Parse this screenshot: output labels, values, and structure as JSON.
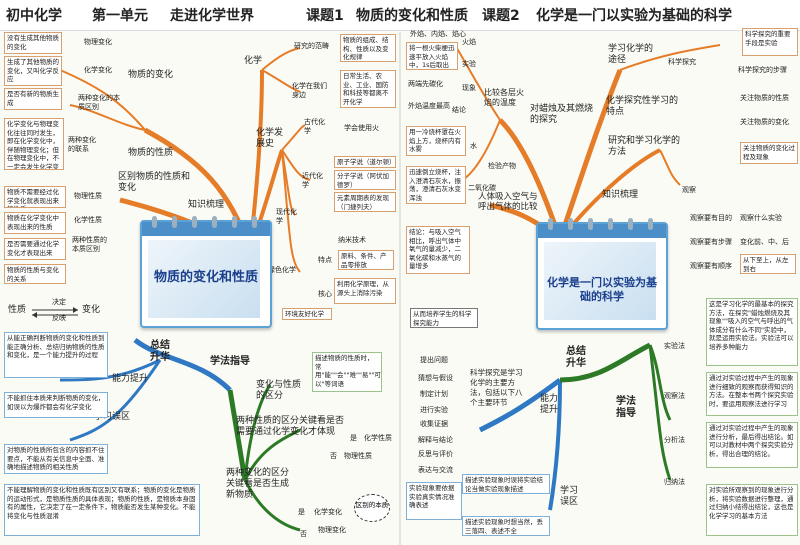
{
  "header": {
    "t1": "初中化学",
    "t2": "第一单元",
    "t3": "走进化学世界",
    "t4": "课题1",
    "t5": "物质的变化和性质",
    "t6": "课题2",
    "t7": "化学是一门以实验为基础的科学"
  },
  "card_left": {
    "title": "物质的变化和性质"
  },
  "card_right": {
    "title": "化学是一门以实验为基础的科学"
  },
  "left": {
    "top_boxes": [
      "没有生成其他物质的变化",
      "生成了其他物质的变化，又叫化学反应",
      "是否有新的物质生成"
    ],
    "phys_change": "物理变化",
    "chem_change": "化学变化",
    "essence": "两种变化的本质区别",
    "wz_bianhua": "物质的变化",
    "lianxi_box": "化学变化与物理变化往往同时发生，即在化学变化中，伴随物理变化；但在物理变化中，不一定会发生化学变化",
    "lianxi": "两种变化的联系",
    "wz_xingzhi": "物质的性质",
    "quben": "区别物质的性质和变化",
    "prop_boxes": [
      "物质不需要经过化学变化就表现出来的性质",
      "物质在化学变化中表现出来的性质",
      "是否需要通过化学变化才表现出来"
    ],
    "wl_xz": "物理性质",
    "hx_xz": "化学性质",
    "xz_qb": "两种性质的本质区别",
    "relation_box": "物质的性质与变化的关系",
    "xz": "性质",
    "bh": "变化",
    "jd": "决定",
    "fy": "反映",
    "huaxue": "化学",
    "fw": "研究的范畴",
    "fw_box": "物质的组成、结构、性质以及变化规律",
    "sh": "化学在我们身边",
    "sh_box": "日常生活、农业、工业、国防和科技等都离不开化学",
    "fzs": "化学发展史",
    "gd": "古代化学",
    "gd_box": "学会使用火",
    "jd_hx": "近代化学",
    "jd_box1": "原子学说（道尔顿）",
    "jd_box2": "分子学说（阿伏加德罗）",
    "jd_box3": "元素周期表的发现（门捷列夫）",
    "xd": "现代化学",
    "xd_box": "纳米技术",
    "ls": "绿色化学",
    "td": "特点",
    "td_box": "原料、条件、产品零排放",
    "hx_core": "核心",
    "hx_box": "利用化学原理，从源头上消除污染",
    "hjhx": "环境友好化学",
    "zsl": "知识梳理",
    "zjsh": "总结升华",
    "nltx": "能力提升",
    "xxwq": "学习误区",
    "xfzd": "学法指导",
    "b1": "从能正确判断物质的变化和性质到能正确分析、总结归纳物质的性质和变化，是一个能力提升的过程",
    "b2": "不能抓住本质来判断物质的变化，如误以为爆炸都会有化学变化",
    "b3": "对物质的性质所包含的内容抓不住要点，不能从有关信息中全面、准确地描述物质的相关性质",
    "b4": "不能理解物质的变化和性质既有区别又有联系；物质的变化是物质的运动形式，是物质性质的具体表现；物质的性质，是物质本身固有的属性，它决定了在一定条件下，物质能否发生某种变化。不能将变化与性质混淆",
    "m1": "变化与性质的区分",
    "m1_box": "描述物质的性质时，常用\"能\"\"会\"\"难\"\"易\"\"可以\"等词语",
    "m2": "两种性质的区分关键看是否需要通过化学变化才体现",
    "m2_yes": "是",
    "m2_no": "否",
    "m2_hx": "化学性质",
    "m2_wl": "物理性质",
    "m3": "两种变化的区分关键看是否生成新物质",
    "m3_yes": "是",
    "m3_no": "否",
    "m3_hx": "化学变化",
    "m3_wl": "物理变化",
    "cloud": "区别的本质"
  },
  "right": {
    "hy": "火焰",
    "hy_box": "外焰、内焰、焰心",
    "sy": "实验",
    "sy_box": "将一根火柴梗迅速平放入火焰中，1s后取出",
    "xx": "现象",
    "xx_box": "两端先碳化",
    "jl": "结论",
    "jl_box": "外焰温度最高",
    "bj": "比较各层火焰的温度",
    "zd": "对蜡烛及其燃烧的探究",
    "s1": "水",
    "s1_box": "用一冷烧杯罩在火焰上方，烧杯内有水雾",
    "jycw": "检验产物",
    "s2": "二氧化碳",
    "s2_box": "迅速倒立烧杯，注入澄清石灰水，振荡，澄清石灰水变浑浊",
    "hq": "人体吸入空气与呼出气体的比较",
    "hq_box": "结论：与吸入空气相比，呼出气体中氧气的量减少，二氧化碳和水蒸气的量增多",
    "xxhx": "学习化学的途径",
    "kxtj": "科学探究",
    "kx_box1": "科学探究的重要手段是实验",
    "kx_box2": "科学探究的步骤",
    "tjx": "化学探究性学习的特点",
    "tjx_box1": "关注物质的性质",
    "tjx_box2": "关注物质的变化",
    "yjff": "研究和学习化学的方法",
    "yj_box": "关注物质的变化过程及现象",
    "gc": "观察",
    "gc_boxes": [
      "观察要有目的",
      "观察要有步骤",
      "观察要有顺序"
    ],
    "gc_side": [
      "观察什么实验",
      "变化前、中、后",
      "从下至上，从左到右"
    ],
    "zsl": "知识梳理",
    "cloud_top": "从而培养学生的科学探究能力",
    "tj_steps": [
      "提出问题",
      "猜想与假设",
      "制定计划",
      "进行实验",
      "收集证据",
      "解释与结论",
      "反思与评价",
      "表达与交流"
    ],
    "tj_desc": "科学探究是学习化学的主要方法，包括以下八个主要环节",
    "zjsh": "总结升华",
    "nltx": "能力提升",
    "xxwq": "学习误区",
    "xfzd": "学法指导",
    "wq1": "实验现象要依据实验真实情况准确表述",
    "wq2": "描述实验现象时误将实验结论当做实验现象描述",
    "wq3": "描述实验现象时想当然，丢三落四、表述不全",
    "syf": "实验法",
    "syf_box": "这是学习化学的最基本的探究方法，在探究\"蜡烛燃烧及其现象\"\"吸入的空气与呼出的气体成分有什么不同\"实验中，就是运用实验法。实验法可以培养多种能力",
    "gcf": "观察法",
    "gcf_box": "通过对实验过程中产生的现象进行细致的观察而获得知识的方法。在整本书两个探究实验时，要运用观察法进行学习",
    "fxf": "分析法",
    "fxf_box": "通过对实验过程中产生的现象进行分析，最后得出结论。如可以对教材中两个探究实验分析，得出合理的结论。",
    "gnf": "归纳法",
    "gnf_box": "对实验所观察到的现象进行分析，将实验数据进行整理，通过归纳小结得出结论，这也是化学学习的基本方法"
  }
}
